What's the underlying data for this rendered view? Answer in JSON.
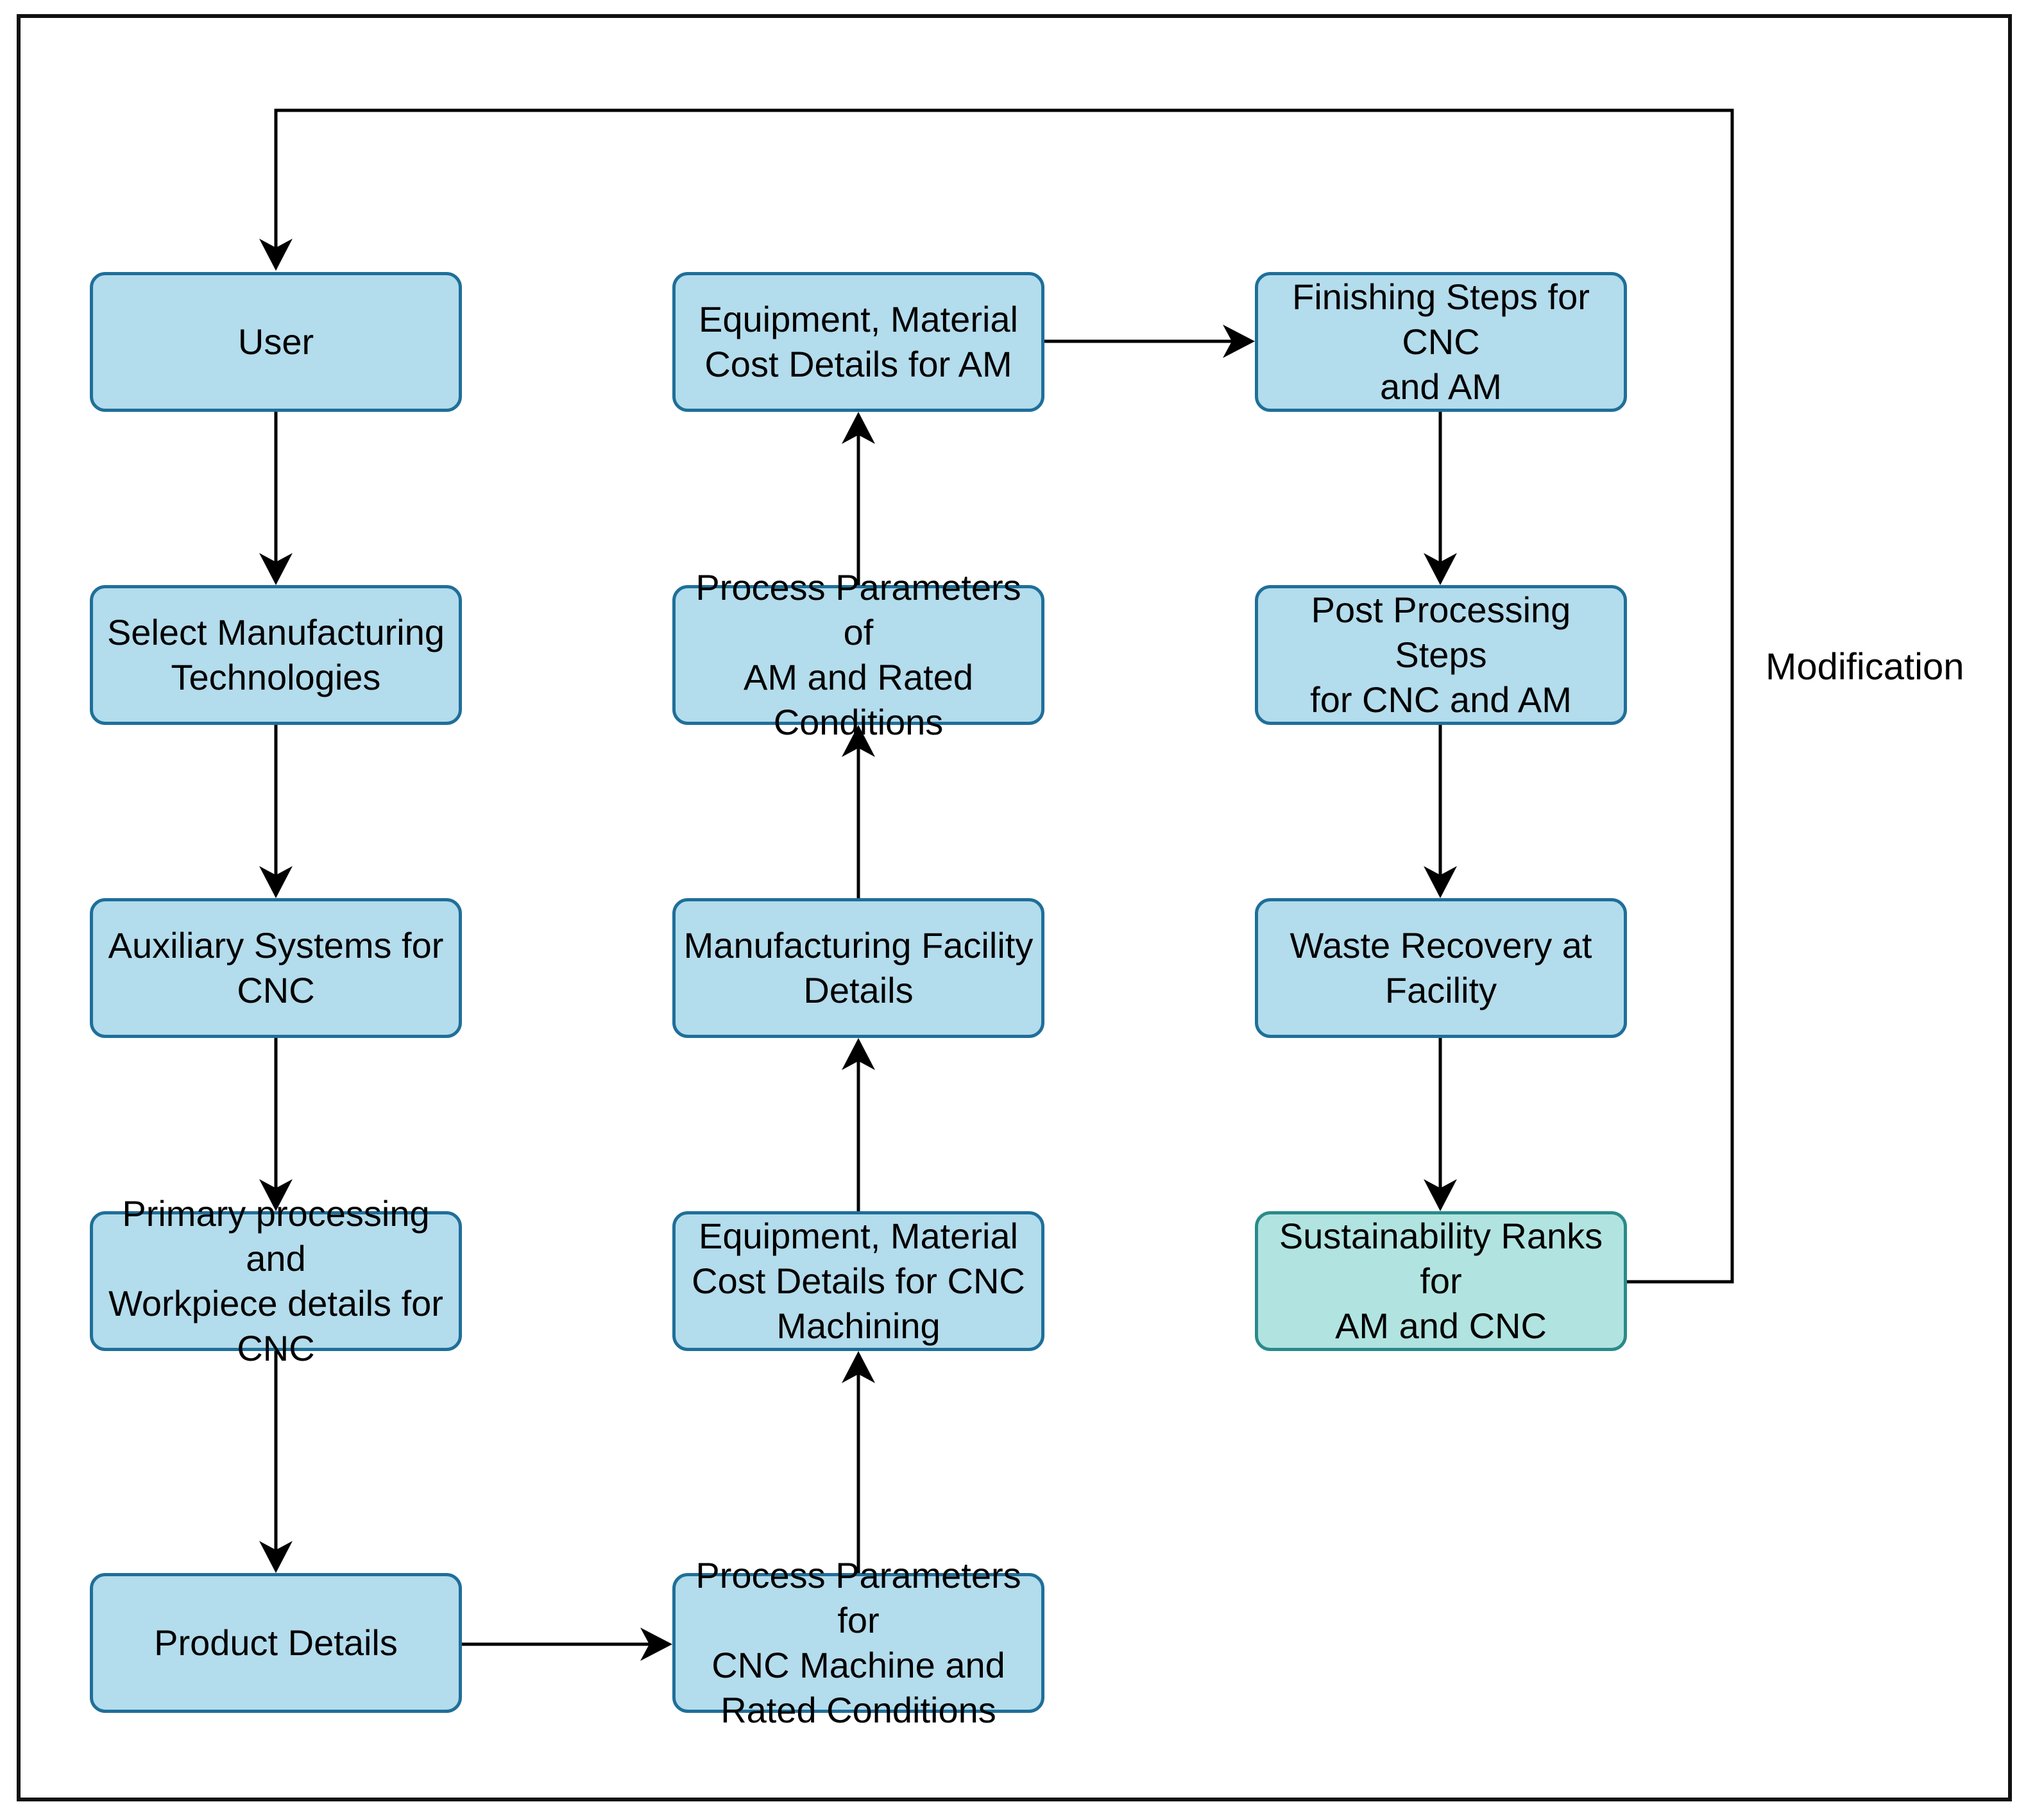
{
  "nodes": {
    "user": "User",
    "select_tech": "Select Manufacturing\nTechnologies",
    "aux_cnc": "Auxiliary Systems for\nCNC",
    "primary_cnc": "Primary processing and\nWorkpiece details for\nCNC",
    "product": "Product Details",
    "proc_params_cnc": "Process Parameters for\nCNC Machine and\nRated Conditions",
    "equip_cnc": "Equipment, Material\nCost Details for CNC\nMachining",
    "facility": "Manufacturing Facility\nDetails",
    "proc_params_am": "Process Parameters of\nAM and Rated\nConditions",
    "equip_am": "Equipment, Material\nCost Details for AM",
    "finishing": "Finishing Steps for CNC\nand AM",
    "post_processing": "Post Processing Steps\nfor  CNC and AM",
    "waste": "Waste Recovery at\nFacility",
    "sustainability": "Sustainability Ranks for\nAM and CNC"
  },
  "feedback_label": "Modification",
  "colors": {
    "node_fill": "#b3dcec",
    "node_border": "#1f6f99",
    "final_fill": "#b1e4e1",
    "final_border": "#2a8a8a"
  }
}
